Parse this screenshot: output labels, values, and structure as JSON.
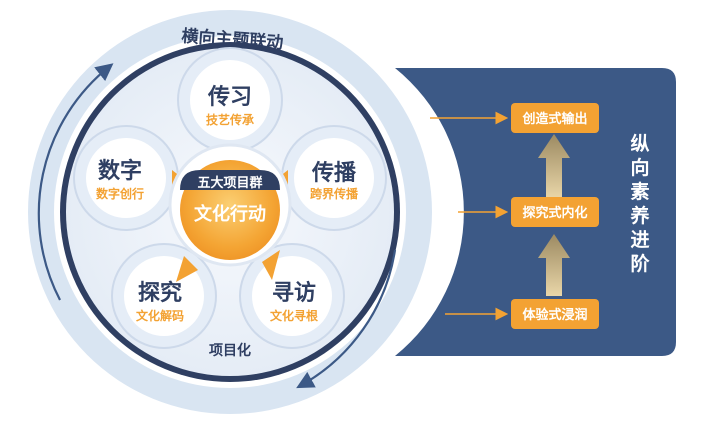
{
  "diagram": {
    "outer_ring_label": "横向主题联动",
    "inner_bottom_label": "项目化",
    "center": {
      "title": "五大项目群",
      "subtitle": "文化行动"
    },
    "petals": [
      {
        "main": "传习",
        "sub": "技艺传承"
      },
      {
        "main": "传播",
        "sub": "跨界传播"
      },
      {
        "main": "寻访",
        "sub": "文化寻根"
      },
      {
        "main": "探究",
        "sub": "文化解码"
      },
      {
        "main": "数字",
        "sub": "数字创行"
      }
    ],
    "vertical_panel": {
      "title": "纵向素养进阶",
      "steps": [
        {
          "label": "创造式输出"
        },
        {
          "label": "探究式内化"
        },
        {
          "label": "体验式浸润"
        }
      ]
    }
  },
  "colors": {
    "navy": "#3c5986",
    "dark_navy": "#2f3f62",
    "orange": "#f3a233",
    "light_ring": "#d6e3f1",
    "petal_fill": "#eef4fb",
    "petal_stroke": "#cfdced"
  }
}
